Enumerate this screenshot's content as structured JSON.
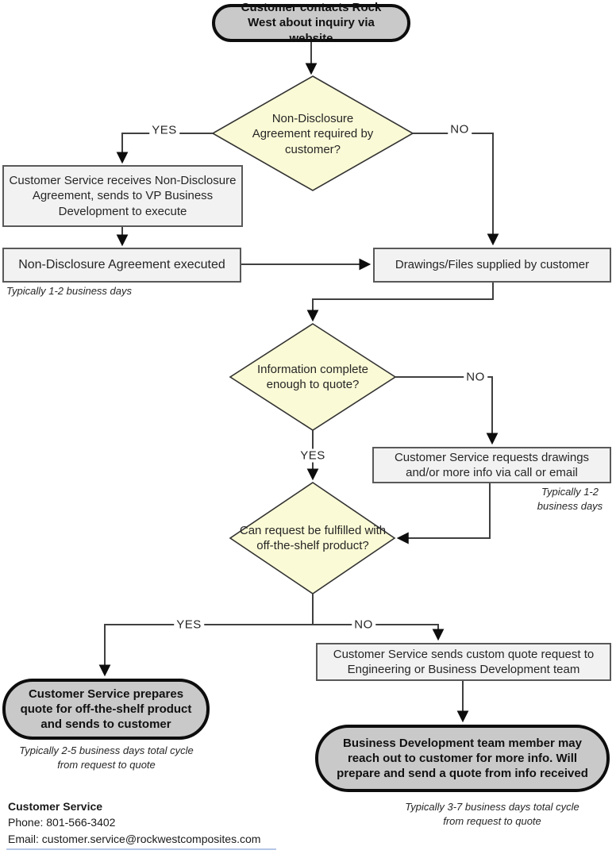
{
  "nodes": {
    "start": {
      "text": "Customer contacts Rock West about inquiry via website"
    },
    "decision_nda": {
      "text": "Non-Disclosure Agreement required by customer?"
    },
    "nda_receive": {
      "text": "Customer Service receives Non-Disclosure Agreement, sends to VP Business Development to execute"
    },
    "nda_executed": {
      "text": "Non-Disclosure Agreement executed"
    },
    "drawings": {
      "text": "Drawings/Files supplied by customer"
    },
    "decision_info": {
      "text": "Information complete enough to quote?"
    },
    "request_info": {
      "text": "Customer Service requests drawings and/or more info via call or email"
    },
    "decision_shelf": {
      "text": "Can request be fulfilled with off-the-shelf product?"
    },
    "offshelf_quote": {
      "text": "Customer Service prepares quote for off-the-shelf product and sends to customer"
    },
    "custom_request": {
      "text": "Customer Service sends custom quote request to Engineering or Business Development team"
    },
    "bd_quote": {
      "text": "Business Development team member may reach out to customer for more info. Will prepare and send a quote from info received"
    }
  },
  "labels": {
    "nda_yes": "YES",
    "nda_no": "NO",
    "info_no": "NO",
    "info_yes": "YES",
    "shelf_yes": "YES",
    "shelf_no": "NO"
  },
  "annotations": {
    "nda_days": "Typically 1-2 business days",
    "request_days_line1": "Typically 1-2",
    "request_days_line2": "business days",
    "offshelf_days_line1": "Typically 2-5 business days total cycle",
    "offshelf_days_line2": "from request to quote",
    "custom_days_line1": "Typically 3-7 business days total cycle",
    "custom_days_line2": "from request to quote"
  },
  "contact": {
    "heading": "Customer Service",
    "phone": "Phone: 801-566-3402",
    "email": "Email: customer.service@rockwestcomposites.com"
  },
  "colors": {
    "terminal_fill": "#c9c9c9",
    "process_fill": "#f2f2f2",
    "decision_fill": "#fafad6",
    "line": "#404040"
  }
}
